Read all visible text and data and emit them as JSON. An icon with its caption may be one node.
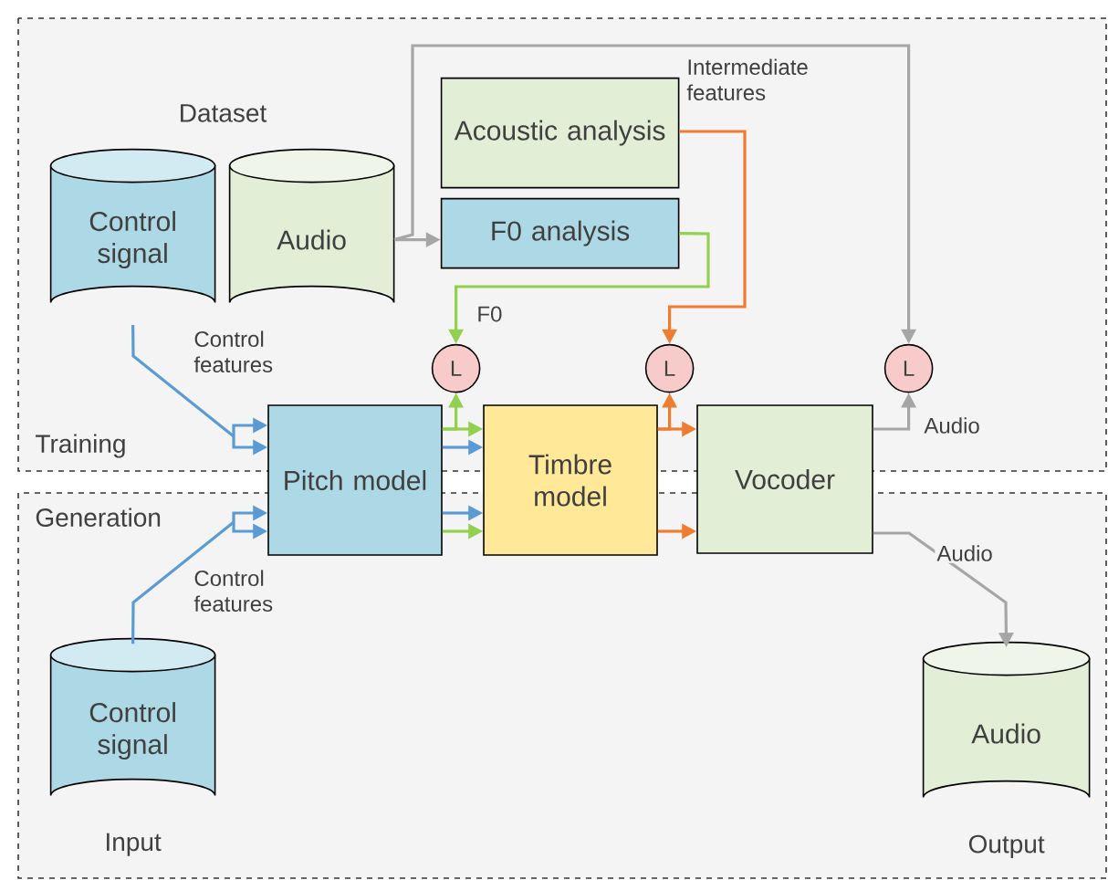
{
  "diagram": {
    "nodes": [
      {
        "text": [
          "Training"
        ]
      },
      {
        "text": [
          "Generation"
        ]
      },
      {
        "text": [
          "Control signal"
        ],
        "in": 0
      },
      {
        "text": [
          "Audio"
        ],
        "in": 0
      },
      {
        "text": [
          "Acoustic analysis"
        ],
        "in": 0
      },
      {
        "text": [
          "F0 analysis"
        ],
        "in": 0
      },
      {
        "text": [
          "L"
        ],
        "in": 0
      },
      {
        "text": [
          "L"
        ],
        "in": 0
      },
      {
        "text": [
          "L"
        ],
        "in": 0
      },
      {
        "text": [
          "Pitch model"
        ]
      },
      {
        "text": [
          "Timbre model"
        ]
      },
      {
        "text": [
          "Vocoder"
        ]
      },
      {
        "text": [
          "Control signal"
        ],
        "in": 1,
        "beside": [
          "Input"
        ]
      },
      {
        "text": [
          "Audio"
        ],
        "in": 1,
        "beside": [
          "Output"
        ]
      }
    ],
    "edges": [
      {
        "from": 2,
        "to": 9,
        "arrow": "to",
        "label": "Control features",
        "color": "#5b9bd5"
      },
      {
        "from": 3,
        "to": 5,
        "arrow": "to",
        "color": "#a6a6a6"
      },
      {
        "from": 3,
        "to": 8,
        "arrow": "to",
        "color": "#a6a6a6"
      },
      {
        "from": 4,
        "to": 7,
        "arrow": "to",
        "label": "Intermediate features",
        "color": "#ed7d31"
      },
      {
        "from": 5,
        "to": 6,
        "arrow": "to",
        "label": "F0",
        "color": "#92d050"
      },
      {
        "from": 9,
        "to": 6,
        "arrow": "to",
        "color": "#92d050"
      },
      {
        "from": 9,
        "to": 10,
        "arrow": "to",
        "color": "#92d050"
      },
      {
        "from": 9,
        "to": 10,
        "arrow": "to",
        "color": "#5b9bd5"
      },
      {
        "from": 10,
        "to": 7,
        "arrow": "to",
        "color": "#ed7d31"
      },
      {
        "from": 10,
        "to": 11,
        "arrow": "to",
        "color": "#ed7d31"
      },
      {
        "from": 11,
        "to": 8,
        "arrow": "to",
        "label": "Audio",
        "color": "#a6a6a6"
      },
      {
        "from": 12,
        "to": 9,
        "arrow": "to",
        "label": "Control features",
        "color": "#5b9bd5"
      },
      {
        "from": 9,
        "to": 10,
        "arrow": "to",
        "color": "#5b9bd5"
      },
      {
        "from": 9,
        "to": 10,
        "arrow": "to",
        "color": "#92d050"
      },
      {
        "from": 10,
        "to": 11,
        "arrow": "to",
        "color": "#ed7d31"
      },
      {
        "from": 11,
        "to": 13,
        "arrow": "to",
        "label": "Audio",
        "color": "#a6a6a6"
      }
    ],
    "labels": [
      "Dataset"
    ]
  }
}
